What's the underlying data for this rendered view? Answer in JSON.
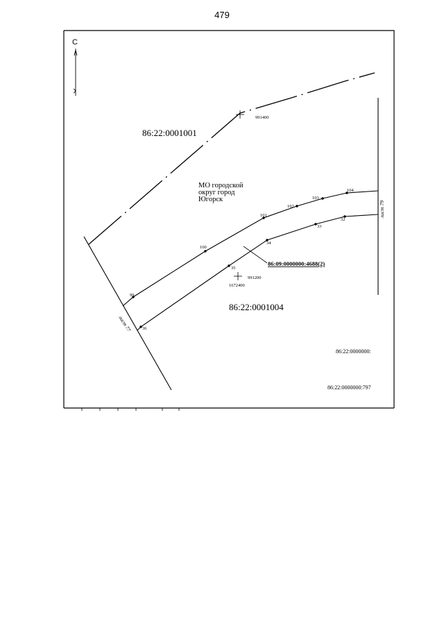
{
  "page_number": "479",
  "north_label": "С",
  "parcels": {
    "p1001": "86:22:0001001",
    "p1004": "86:22:0001004",
    "main": "86:09:0000000:4688(2)",
    "right1": "86:22:0000000:",
    "right2": "86:22:0000000:797"
  },
  "municipality": {
    "line1": "МО городской",
    "line2": "округ город",
    "line3": "Югорск"
  },
  "grid": {
    "g991400": "991400",
    "g991200": "991200",
    "g1672400": "1672400"
  },
  "sheets": {
    "left": "лист 77",
    "right": "лист 79"
  },
  "points": {
    "p99": "99",
    "p100": "100",
    "p101": "101",
    "p102": "102",
    "p103": "103",
    "p104": "104",
    "p36": "36",
    "p35": "35",
    "p34": "34",
    "p33": "33",
    "p32": "32"
  }
}
